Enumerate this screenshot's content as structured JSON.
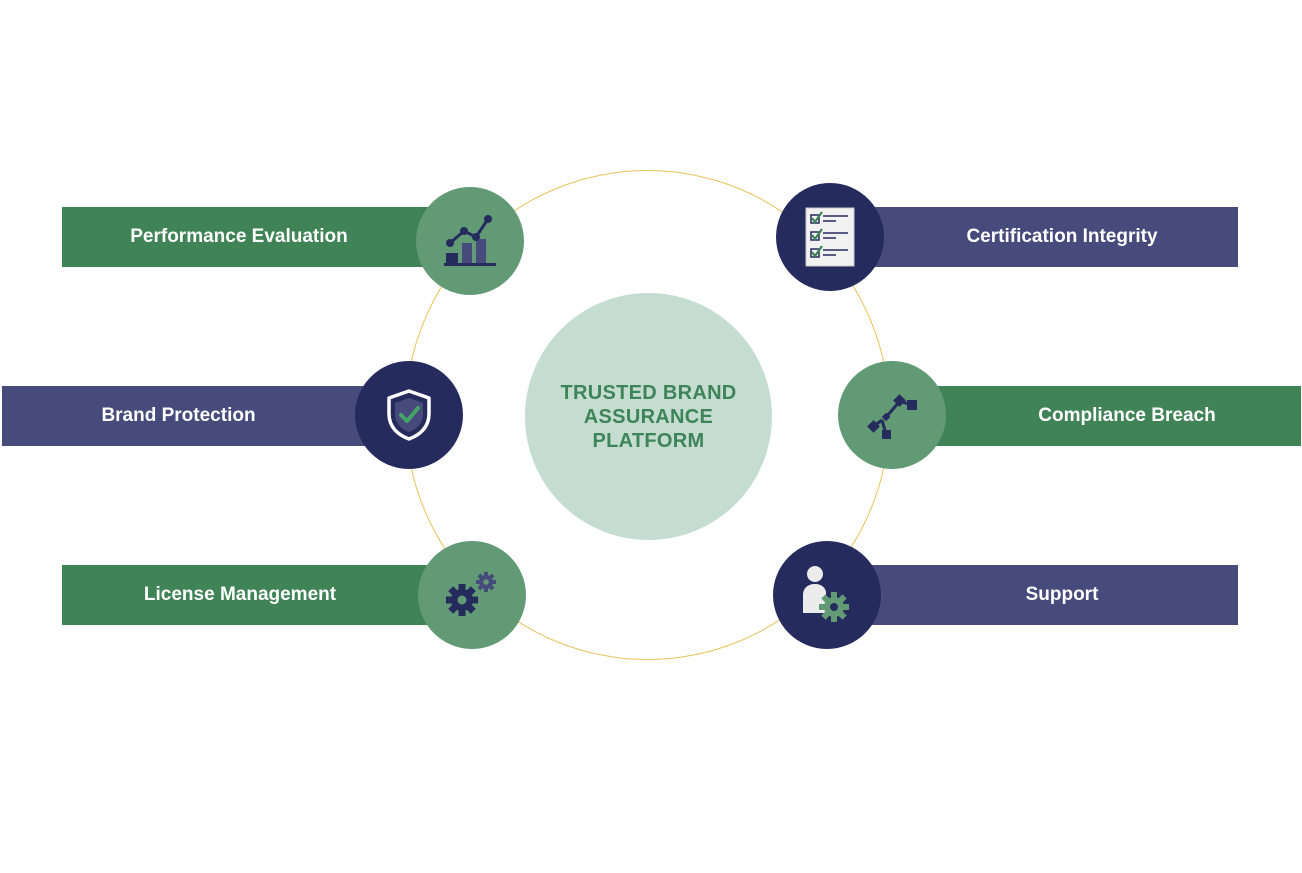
{
  "center": {
    "title": "TRUSTED BRAND ASSURANCE PLATFORM"
  },
  "items": [
    {
      "label": "Performance Evaluation",
      "icon": "bar-chart-trend-icon",
      "color": "#408357"
    },
    {
      "label": "Certification Integrity",
      "icon": "checklist-icon",
      "color": "#474b7b"
    },
    {
      "label": "Brand Protection",
      "icon": "shield-check-icon",
      "color": "#474b7b"
    },
    {
      "label": "Compliance Breach",
      "icon": "broken-link-icon",
      "color": "#408357"
    },
    {
      "label": "License Management",
      "icon": "gears-icon",
      "color": "#408357"
    },
    {
      "label": "Support",
      "icon": "person-gear-icon",
      "color": "#474b7b"
    }
  ],
  "colors": {
    "green": "#408357",
    "green_light": "#629a76",
    "navy": "#474b7b",
    "navy_dark": "#252b5c",
    "center_fill": "#c4ddd0",
    "orbit": "#e7c35a"
  }
}
